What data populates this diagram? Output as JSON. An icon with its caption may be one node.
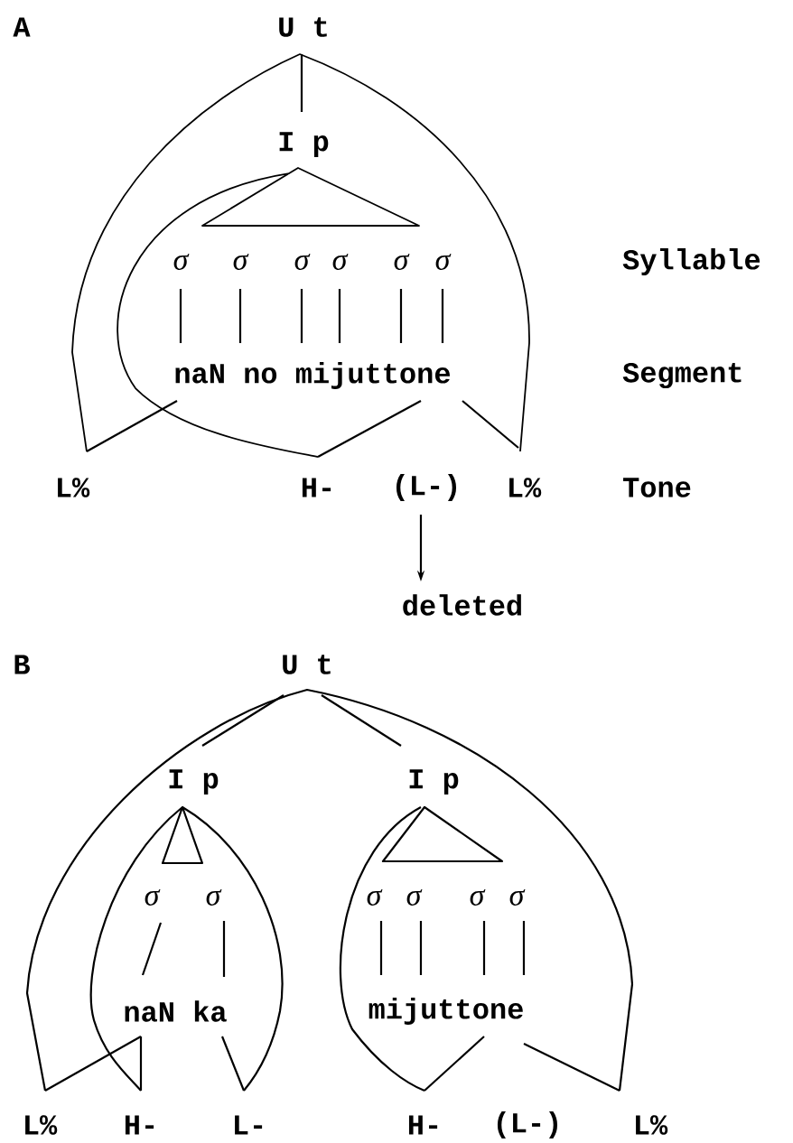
{
  "diagram": {
    "nodes": [
      {
        "text": [
          "U t"
        ]
      },
      {
        "text": [
          "I p"
        ]
      },
      {
        "text": [
          "σ"
        ]
      },
      {
        "text": [
          "σ"
        ]
      },
      {
        "text": [
          "σ"
        ]
      },
      {
        "text": [
          "σ"
        ]
      },
      {
        "text": [
          "σ"
        ]
      },
      {
        "text": [
          "σ"
        ]
      },
      {
        "text": [
          "naN no mijuttone"
        ]
      },
      {
        "text": [
          "L%"
        ]
      },
      {
        "text": [
          "H-"
        ]
      },
      {
        "text": [
          "(L-)"
        ]
      },
      {
        "text": [
          "L%"
        ]
      },
      {
        "text": [
          "deleted"
        ]
      },
      {
        "text": [
          "U t"
        ]
      },
      {
        "text": [
          "I p"
        ]
      },
      {
        "text": [
          "I p"
        ]
      },
      {
        "text": [
          "σ"
        ]
      },
      {
        "text": [
          "σ"
        ]
      },
      {
        "text": [
          "σ"
        ]
      },
      {
        "text": [
          "σ"
        ]
      },
      {
        "text": [
          "σ"
        ]
      },
      {
        "text": [
          "σ"
        ]
      },
      {
        "text": [
          "naN ka"
        ]
      },
      {
        "text": [
          "mijuttone"
        ]
      },
      {
        "text": [
          "L%"
        ]
      },
      {
        "text": [
          "H-"
        ]
      },
      {
        "text": [
          "L-"
        ]
      },
      {
        "text": [
          "H-"
        ]
      },
      {
        "text": [
          "(L-)"
        ]
      },
      {
        "text": [
          "L%"
        ]
      }
    ],
    "edges": [
      {
        "from": 0,
        "to": 1,
        "arrow": "none"
      },
      {
        "from": 2,
        "to": 8,
        "arrow": "none"
      },
      {
        "from": 3,
        "to": 8,
        "arrow": "none"
      },
      {
        "from": 4,
        "to": 8,
        "arrow": "none"
      },
      {
        "from": 5,
        "to": 8,
        "arrow": "none"
      },
      {
        "from": 6,
        "to": 8,
        "arrow": "none"
      },
      {
        "from": 7,
        "to": 8,
        "arrow": "none"
      },
      {
        "from": 8,
        "to": 9,
        "arrow": "none"
      },
      {
        "from": 8,
        "to": 10,
        "arrow": "none"
      },
      {
        "from": 8,
        "to": 12,
        "arrow": "none"
      },
      {
        "from": 11,
        "to": 13,
        "arrow": "to"
      },
      {
        "from": 14,
        "to": 15,
        "arrow": "none"
      },
      {
        "from": 14,
        "to": 16,
        "arrow": "none"
      },
      {
        "from": 17,
        "to": 23,
        "arrow": "none"
      },
      {
        "from": 18,
        "to": 23,
        "arrow": "none"
      },
      {
        "from": 19,
        "to": 24,
        "arrow": "none"
      },
      {
        "from": 20,
        "to": 24,
        "arrow": "none"
      },
      {
        "from": 21,
        "to": 24,
        "arrow": "none"
      },
      {
        "from": 22,
        "to": 24,
        "arrow": "none"
      },
      {
        "from": 23,
        "to": 25,
        "arrow": "none"
      },
      {
        "from": 23,
        "to": 26,
        "arrow": "none"
      },
      {
        "from": 23,
        "to": 27,
        "arrow": "none"
      },
      {
        "from": 24,
        "to": 28,
        "arrow": "none"
      },
      {
        "from": 24,
        "to": 30,
        "arrow": "none"
      }
    ],
    "labels": [
      "A",
      "Syllable",
      "Segment",
      "Tone",
      "B"
    ]
  }
}
